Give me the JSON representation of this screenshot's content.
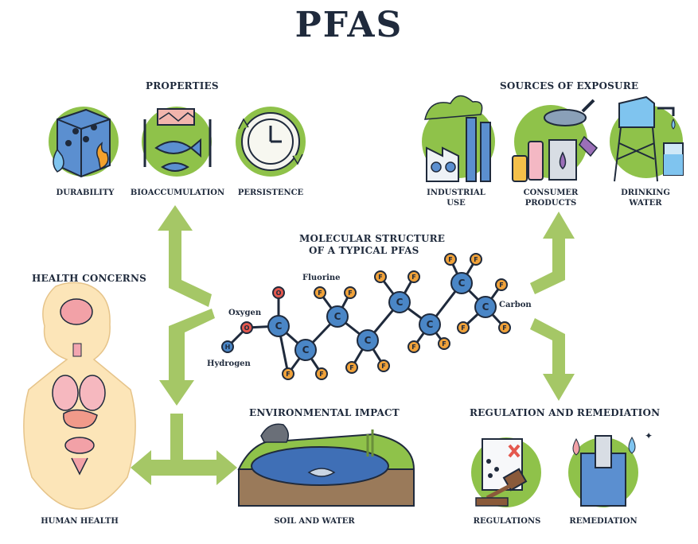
{
  "title": "PFAS",
  "sections": {
    "properties": "PROPERTIES",
    "sources": "SOURCES OF EXPOSURE",
    "molecular": [
      "MOLECULAR STRUCTURE",
      "OF A TYPICAL PFAS"
    ],
    "health": "HEALTH CONCERNS",
    "environment": "ENVIRONMENTAL IMPACT",
    "regulation": "REGULATION AND REMEDIATION"
  },
  "properties_items": [
    "DURABILITY",
    "BIOACCUMULATION",
    "PERSISTENCE"
  ],
  "sources_items": [
    [
      "INDUSTRIAL",
      "USE"
    ],
    [
      "CONSUMER",
      "PRODUCTS"
    ],
    [
      "DRINKING",
      "WATER"
    ]
  ],
  "health_items": [
    "HUMAN HEALTH"
  ],
  "environment_items": [
    "SOIL AND WATER"
  ],
  "regulation_items": [
    "REGULATIONS",
    "REMEDIATION"
  ],
  "molecule": {
    "labels": {
      "fluorine": "Fluorine",
      "oxygen": "Oxygen",
      "hydrogen": "Hydrogen",
      "carbon": "Carbon"
    },
    "atom_symbols": {
      "carbon": "C",
      "fluorine": "F",
      "oxygen": "O",
      "hydrogen": "H"
    }
  },
  "colors": {
    "navy": "#1f2a3c",
    "arrow_green": "#a5c766",
    "icon_green": "#8fc24a",
    "carbon_blue": "#4a86c6",
    "fluorine_orange": "#f0a23a",
    "oxygen_red": "#e4584e"
  }
}
